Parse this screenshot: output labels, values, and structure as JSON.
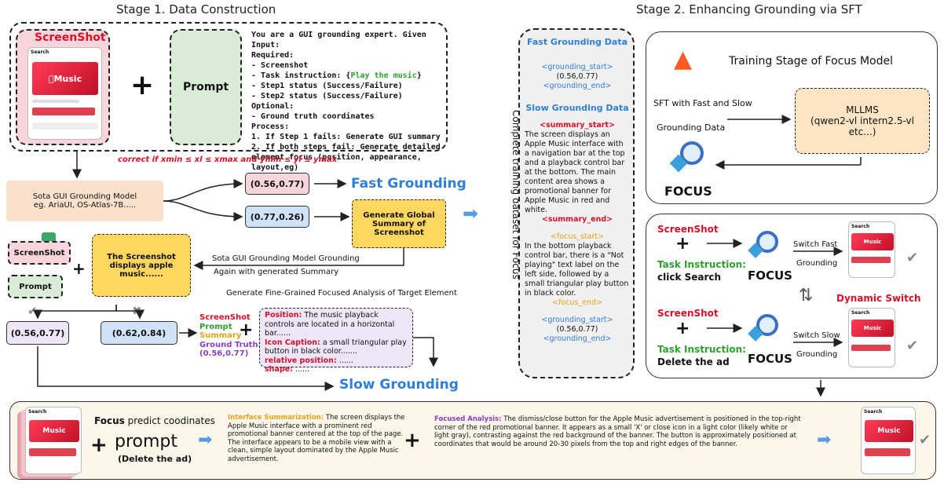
{
  "stage1": {
    "title": "Stage 1. Data Construction",
    "screenshot_label": "ScreenShot",
    "prompt_label": "Prompt",
    "instruction_lines": [
      "You are a GUI grounding expert. Given Input:",
      "Required:",
      "- Screenshot",
      "- Step1 status (Success/Failure)",
      "- Step2 status (Success/Failure)",
      "Optional:",
      "- Ground truth coordinates",
      "Process:",
      "1. If Step 1 fails: Generate GUI summary",
      "2. If both steps fail: Generate detailed",
      "element focus (position, appearance, layout,eg)"
    ],
    "task_instruction_prefix": "- Task instruction: {",
    "task_instruction_value": "Play the music",
    "task_instruction_suffix": "}",
    "correct_condition": "correct if xmin ≤ xl ≤ xmax and ymin ≤ yl ≤ ymax",
    "sota_model_line1": "Sota GUI Grounding Model",
    "sota_model_line2": "eg. AriaUI, OS-Atlas-7B.....",
    "coord_fast": "(0.56,0.77)",
    "coord_wrong": "(0.77,0.26)",
    "fast_grounding": "Fast Grounding",
    "global_summary": "Generate Global Summary of Screenshot",
    "sota_again_1": "Sota GUI Grounding Model Grounding",
    "sota_again_2": "Again with generated Summary",
    "screenshot_small": "ScreenShot",
    "prompt_small": "Prompt",
    "screenshot_desc": "The Screenshot displays apple music......",
    "fine_grained": "Generate Fine-Grained Focused Analysis  of Target Element",
    "coord_ok": "(0.56,0.77)",
    "coord_bad": "(0.62,0.84)",
    "input_list": {
      "screenshot": "ScreenShot",
      "prompt": "Prompt",
      "summary": "Summary",
      "gt_label": "Ground Truth:",
      "gt_value": "(0.56,0.77)"
    },
    "focus_box": {
      "position_key": "Position:",
      "position_val": " The music playback controls are located in a horizontal bar......",
      "caption_key": "Icon Caption:",
      "caption_val": " a small triangular play button in black color.......",
      "relpos_key": "relative position:",
      "relpos_val": " ......",
      "shape_key": "shape:",
      "shape_val": " ......"
    },
    "slow_grounding": "Slow Grounding"
  },
  "stage2": {
    "title": "Stage 2. Enhancing Grounding via SFT",
    "vertical_text": "Complete training dataset for Focus",
    "fast_data_title": "Fast Grounding Data",
    "tag_grounding_start": "<grounding_start>",
    "tag_grounding_end": "<grounding_end>",
    "fast_coord": "(0.56,0.77)",
    "slow_data_title": "Slow Grounding Data",
    "tag_summary_start": "<summary_start>",
    "summary_text": "The screen displays an Apple Music interface with a navigation bar at the top and a playback control bar at the bottom. The main content area shows a promotional banner for Apple Music in red and white.",
    "tag_summary_end": "<summary_end>",
    "tag_focus_start": "<focus_start>",
    "focus_text": "In the bottom playback control bar, there is a \"Not playing\" text label on the left side, followed by a small triangular play button in black color.",
    "tag_focus_end": "<focus_end>",
    "slow_coord": "(0.56,0.77)",
    "training_title": "Training Stage of Focus Model",
    "sft_label": "SFT with Fast and Slow",
    "grounding_data": "Grounding Data",
    "mllms_1": "MLLMS",
    "mllms_2": "(qwen2-vl intern2.5-vl etc...)",
    "focus_logo": "FOCUS",
    "screenshot_a": "ScreenShot",
    "task_instr_a": "Task Instruction:",
    "task_val_a": "click Search",
    "switch_fast": "Switch Fast",
    "grounding_a": "Grounding",
    "dynamic_switch": "Dynamic Switch",
    "screenshot_b": "ScreenShot",
    "task_instr_b": "Task Instruction:",
    "task_val_b": "Delete the ad",
    "switch_slow": "Switch Slow",
    "grounding_b": "Grounding"
  },
  "bottom": {
    "focus_word": "Focus",
    "predict": "predict coodinates",
    "prompt_word": "prompt",
    "delete_ad": "(Delete the ad)",
    "iface_key": "Interface Summarization:",
    "iface_val": " The screen displays the Apple Music interface with a prominent red promotional banner centered at the top of the page. The interface appears to be a mobile view with a clean, simple layout dominated by the Apple Music advertisement.",
    "focused_key": "Focused Analysis:",
    "focused_val": " The dismiss/close button for the Apple Music advertisement is positioned in the top-right corner of the red promotional banner. It appears as a small 'X' or close icon  in a light color (likely white or light gray), contrasting against the red background of the banner. The button is approximately positioned at coordinates that would be around 20-30 pixels from the top and right edges of the banner."
  },
  "phone": {
    "header": "Search",
    "banner": "Music"
  },
  "colors": {
    "pink": "#f6d5dc",
    "green": "#d9ecd6",
    "peach": "#fbe1cc",
    "blue_box": "#cfe2f7",
    "yellow": "#ffd75e",
    "purple_box": "#ece6f7",
    "orange_box": "#fde4c4",
    "gray_panel": "#f0f0f0",
    "bottom_panel": "#fbf6ea"
  }
}
